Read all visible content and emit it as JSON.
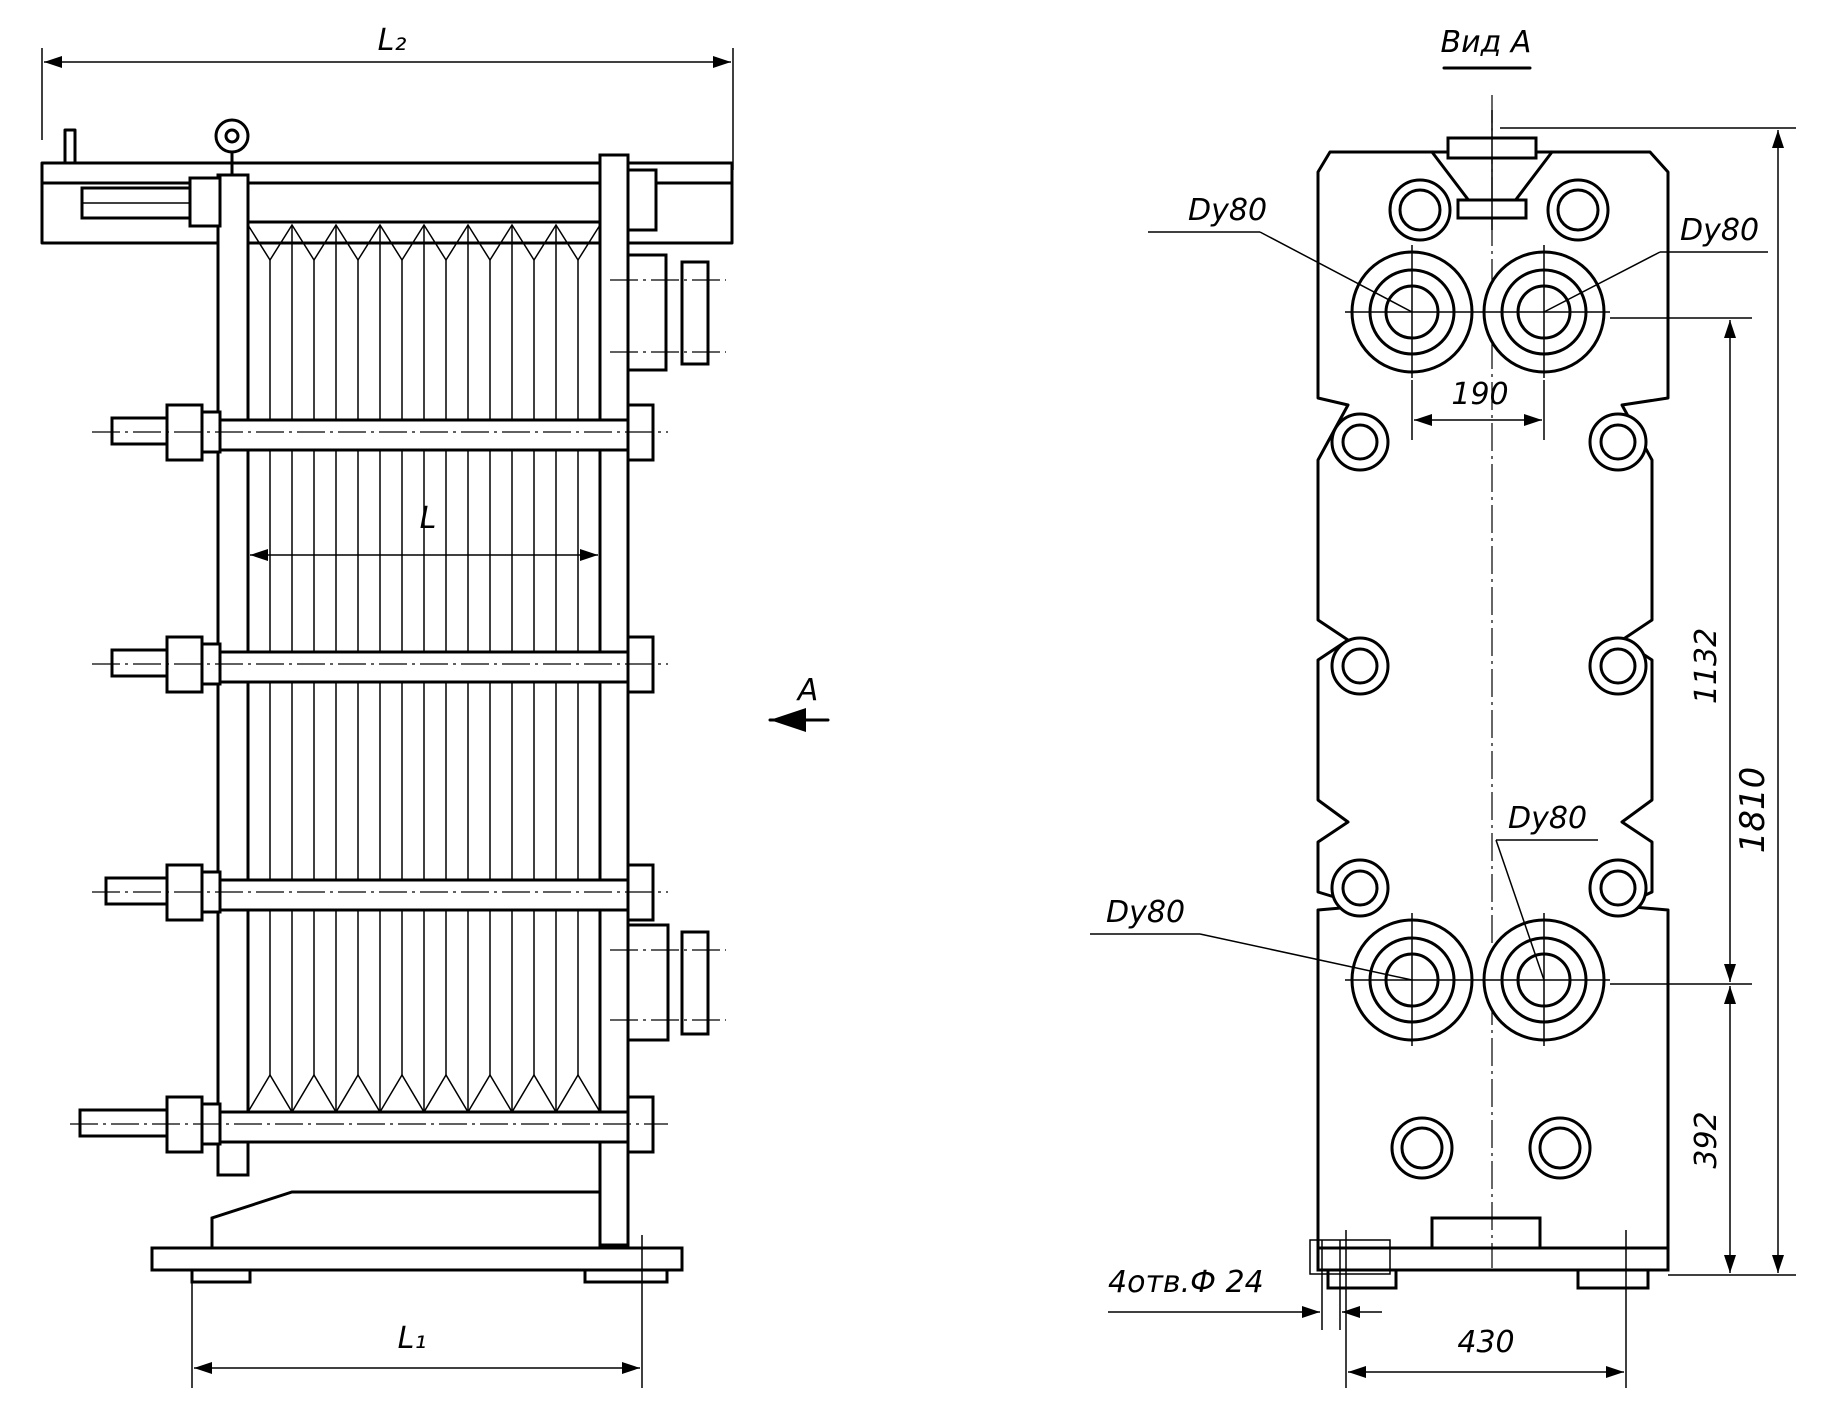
{
  "side_view": {
    "dim_overall": "L₂",
    "dim_plates": "L",
    "dim_base": "L₁",
    "view_arrow": "A"
  },
  "view_a": {
    "title": "Вид А",
    "port_top_left": "Dу80",
    "port_top_right": "Dу80",
    "port_bottom_left": "Dу80",
    "port_bottom_right": "Dу80",
    "dim_port_spacing": "190",
    "dim_port_vertical": "1132",
    "dim_total_height": "1810",
    "dim_bottom_port": "392",
    "dim_base_width": "430",
    "holes_note": "4отв.Ф 24"
  }
}
